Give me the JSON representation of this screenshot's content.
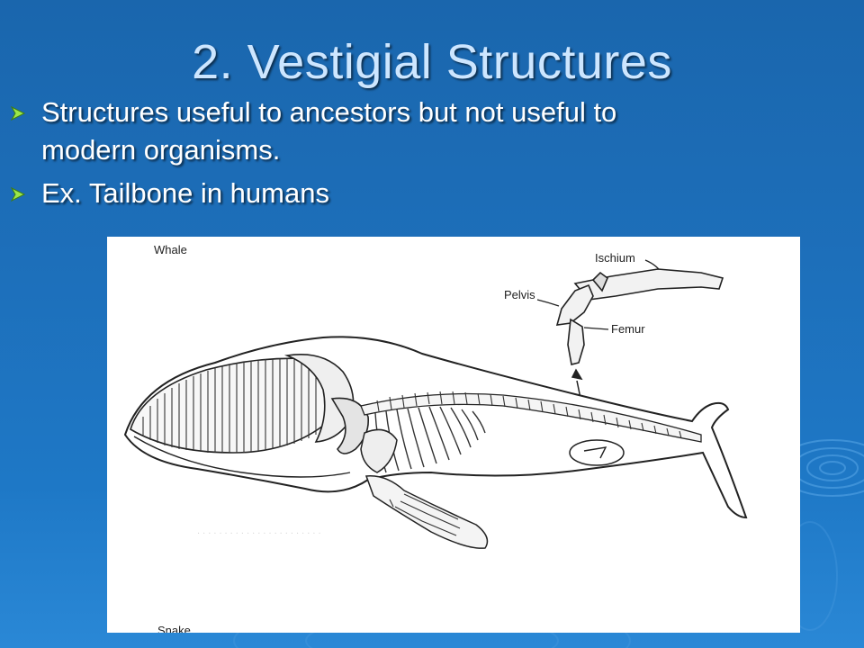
{
  "slide": {
    "title": "2. Vestigial Structures",
    "bullets": [
      {
        "line1": "Structures useful to ancestors but not useful to",
        "line2": "modern organisms."
      },
      {
        "line1": "Ex. Tailbone in humans"
      }
    ]
  },
  "figure": {
    "labels": {
      "whale": "Whale",
      "ischium": "Ischium",
      "pelvis": "Pelvis",
      "femur": "Femur",
      "snake": "Snake"
    }
  },
  "colors": {
    "background": "#1d6fba",
    "title": "#cde6ff",
    "bullet_marker": "#9be84a"
  }
}
